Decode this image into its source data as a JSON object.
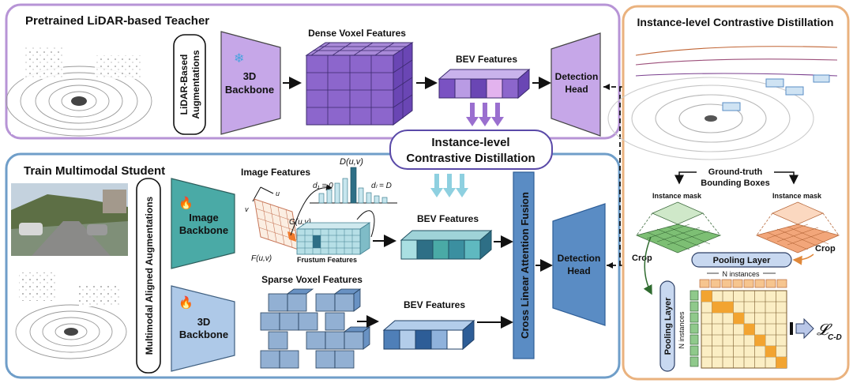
{
  "teacher": {
    "title": "Pretrained LiDAR-based Teacher",
    "aug_line1": "LiDAR-Based",
    "aug_line2": "Augmentations",
    "backbone_line1": "3D",
    "backbone_line2": "Backbone",
    "voxel_label": "Dense Voxel Features",
    "bev_label": "BEV Features",
    "head_line1": "Detection",
    "head_line2": "Head",
    "frozen_icon": "snowflake-icon"
  },
  "center_banner": {
    "line1": "Instance-level",
    "line2": "Contrastive Distillation"
  },
  "student": {
    "title": "Train Multimodal Student",
    "aug_label": "Multimodal Aligned Augmentations",
    "image_backbone_line1": "Image",
    "image_backbone_line2": "Backbone",
    "lidar_backbone_line1": "3D",
    "lidar_backbone_line2": "Backbone",
    "image_features_label": "Image Features",
    "frustum_label": "Frustum Features",
    "depth_label": "D(u,v)",
    "d1_label": "d₁ = 0",
    "dl_label": "dₗ = D",
    "g_label": "G(u,v)",
    "f_label": "F(u,v)",
    "u_axis": "u",
    "v_axis": "v",
    "bev_label_top": "BEV Features",
    "bev_label_bottom": "BEV Features",
    "sparse_label": "Sparse Voxel Features",
    "fusion_label": "Cross Linear Attention Fusion",
    "head_line1": "Detection",
    "head_line2": "Head",
    "trainable_icon": "flame-icon"
  },
  "right_panel": {
    "title": "Instance-level Contrastive Distillation",
    "gt_line1": "Ground-truth",
    "gt_line2": "Bounding Boxes",
    "mask_left": "Instance mask",
    "mask_right": "Instance mask",
    "crop_left": "Crop",
    "crop_right": "Crop",
    "pooling_h": "Pooling Layer",
    "pooling_v": "Pooling Layer",
    "n_instances_h": "N instances",
    "n_instances_v": "N instances",
    "loss_symbol": "𝓛",
    "loss_sub": "C-D"
  },
  "colors": {
    "teacher_border": "#b794d6",
    "student_border": "#6f9ec9",
    "right_border": "#eab27e",
    "teacher_purple": "#9a78cf",
    "student_teal": "#4aaaa6",
    "student_blue": "#4f7fb8",
    "matrix_diag": "#f2a431",
    "matrix_cell": "#fbeec4",
    "green_vec": "#8fc98b",
    "orange_vec": "#f6c58f"
  }
}
